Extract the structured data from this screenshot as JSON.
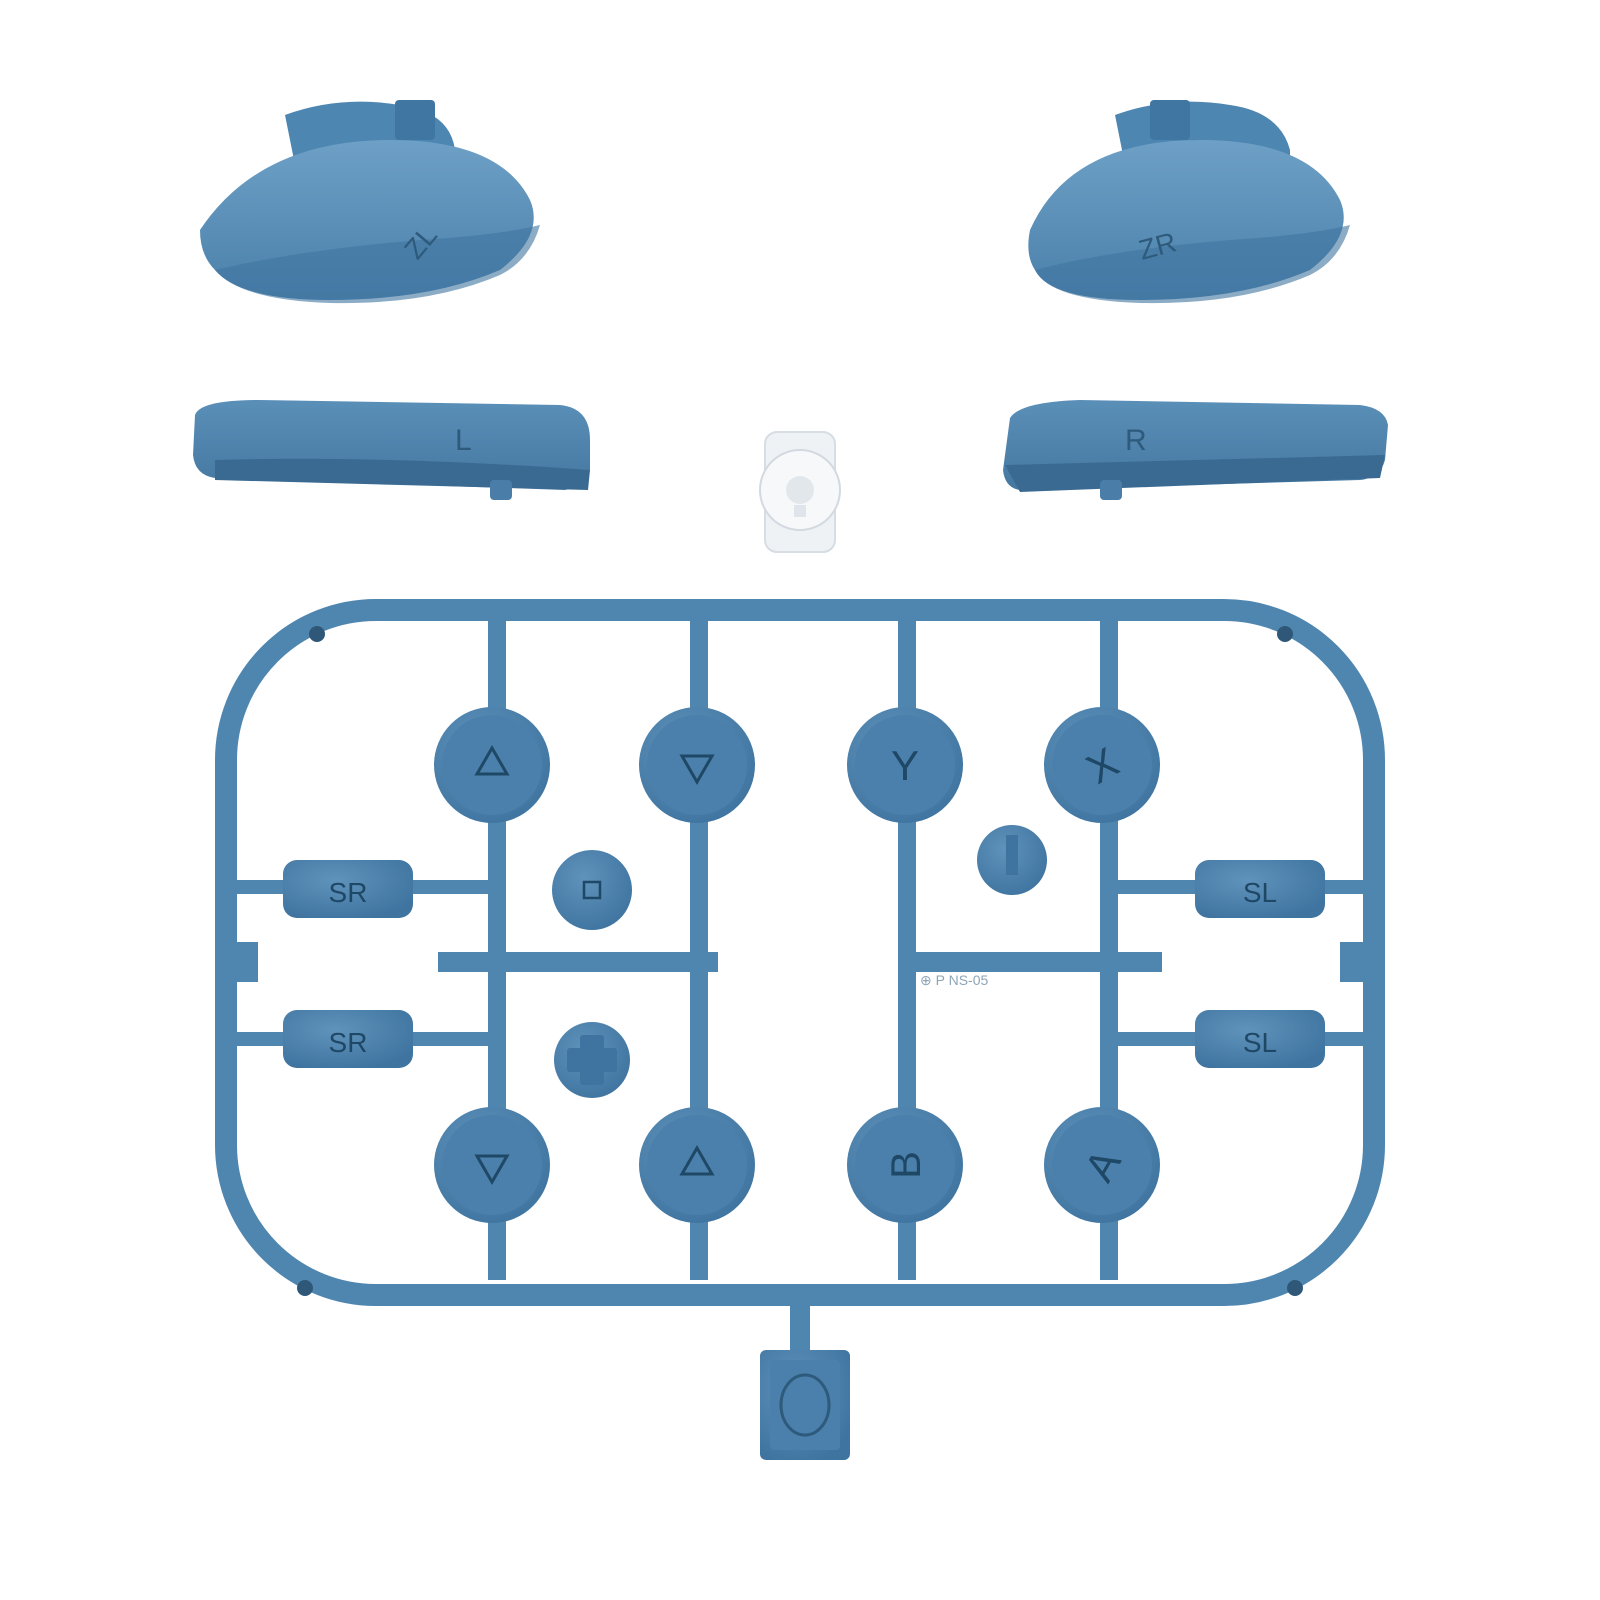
{
  "colors": {
    "background": "#ffffff",
    "plastic": "#4f86b0",
    "plastic_light": "#6a9cc2",
    "plastic_dark": "#3a6a90",
    "label_ink": "#1f4766",
    "clear_part": "#eef1f4"
  },
  "triggers": {
    "zl_label": "ZL",
    "zr_label": "ZR"
  },
  "bumpers": {
    "l_label": "L",
    "r_label": "R"
  },
  "sprue": {
    "face_buttons": {
      "y": "Y",
      "x": "X",
      "b": "B",
      "a": "A"
    },
    "dpad_arrows": {
      "up_icon": "triangle-up-icon",
      "down_icon": "triangle-down-icon"
    },
    "side_buttons": {
      "sr_label": "SR",
      "sl_label": "SL"
    },
    "home_button_icon": "circle-icon",
    "capture_button_icon": "square-icon"
  }
}
